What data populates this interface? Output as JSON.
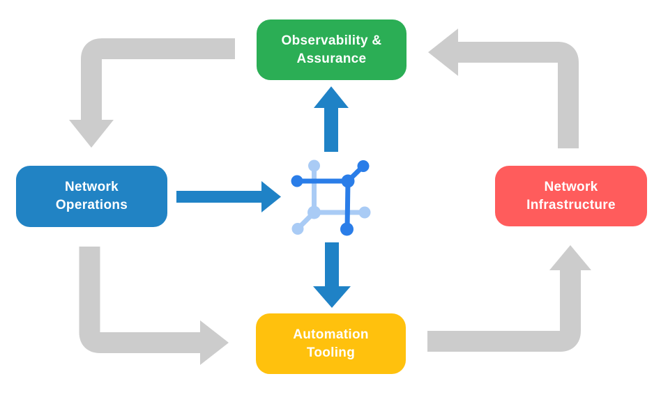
{
  "background": "#FFFFFF",
  "diagram": {
    "type": "cycle-flow",
    "text_color": "#FFFFFF",
    "nodes": [
      {
        "id": "observability",
        "label": "Observability &\nAssurance",
        "color": "#2BAE55",
        "position": "top"
      },
      {
        "id": "operations",
        "label": "Network\nOperations",
        "color": "#2183C4",
        "position": "left"
      },
      {
        "id": "infrastructure",
        "label": "Network\nInfrastructure",
        "color": "#FF5C5C",
        "position": "right"
      },
      {
        "id": "automation",
        "label": "Automation\nTooling",
        "color": "#FFC10D",
        "position": "bottom"
      }
    ],
    "center_icon": {
      "name": "network-mesh-icon",
      "color_dark": "#2A7DE8",
      "color_light": "#A9CBF5"
    },
    "edges": [
      {
        "from": "observability",
        "to": "operations",
        "style": "elbow",
        "color": "#CCCCCC"
      },
      {
        "from": "operations",
        "to": "automation",
        "style": "elbow",
        "color": "#CCCCCC"
      },
      {
        "from": "automation",
        "to": "infrastructure",
        "style": "elbow",
        "color": "#CCCCCC"
      },
      {
        "from": "infrastructure",
        "to": "observability",
        "style": "elbow",
        "color": "#CCCCCC"
      },
      {
        "from": "operations",
        "to": "center-icon",
        "style": "straight",
        "color": "#1F82C6"
      },
      {
        "from": "center-icon",
        "to": "observability",
        "style": "straight",
        "color": "#1F82C6"
      },
      {
        "from": "center-icon",
        "to": "automation",
        "style": "straight",
        "color": "#1F82C6"
      }
    ]
  }
}
